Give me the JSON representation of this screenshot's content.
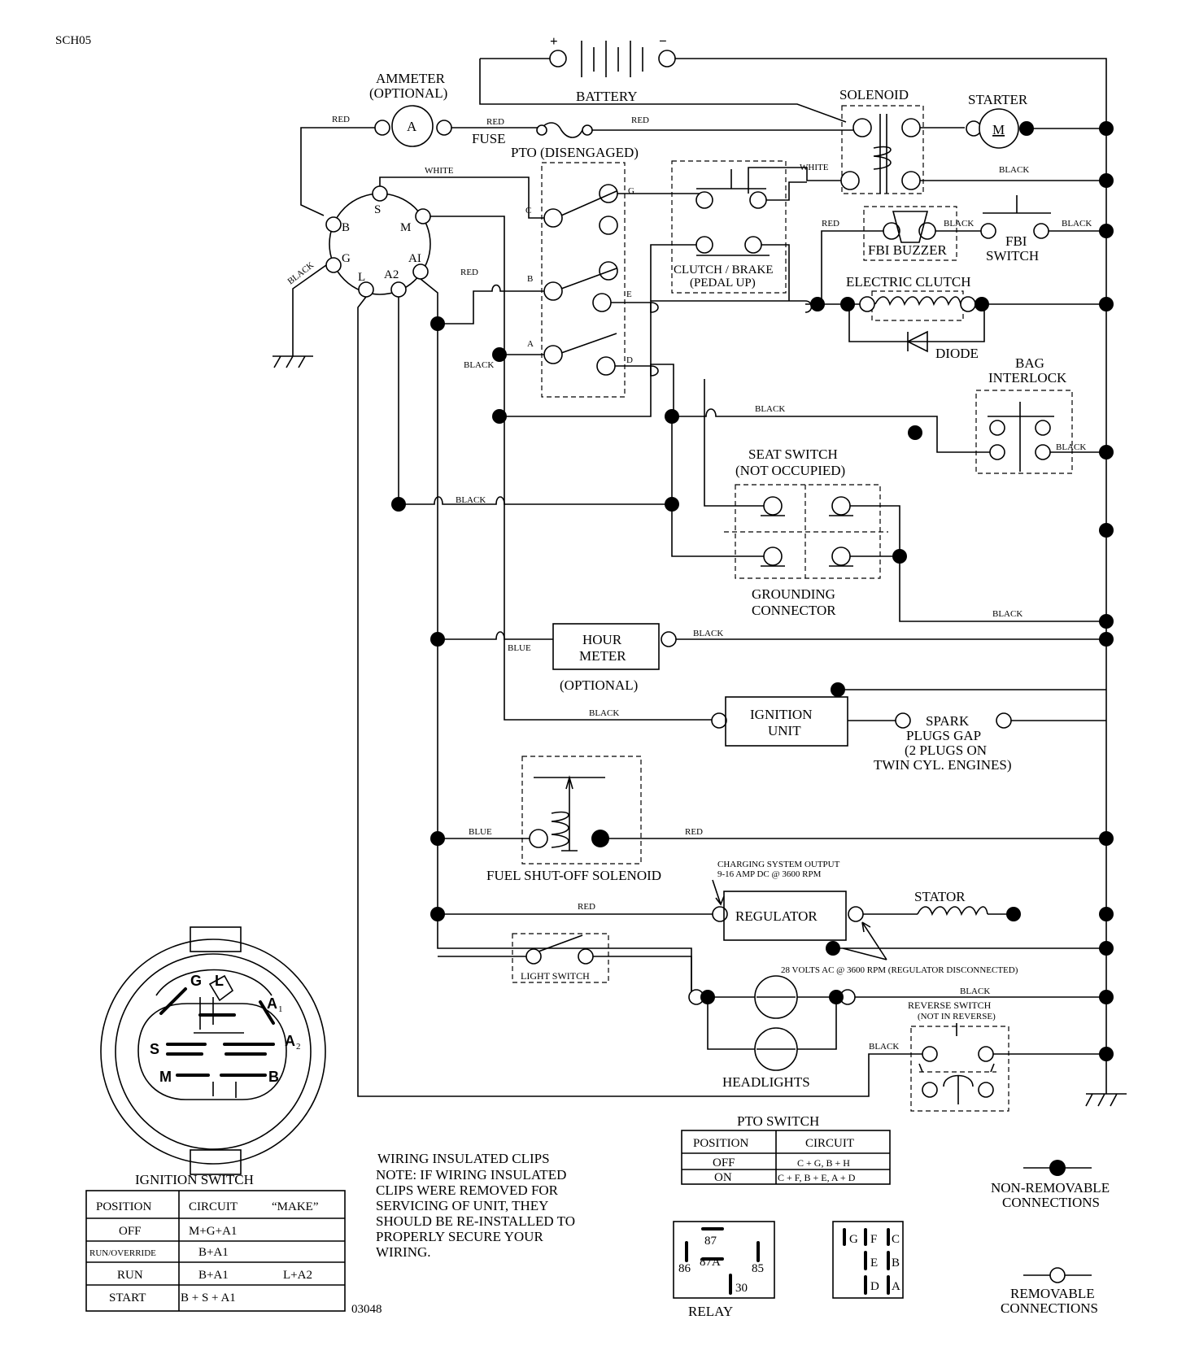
{
  "doc_id": "SCH05",
  "part_number": "03048",
  "components": {
    "battery": "BATTERY",
    "battery_pos": "+",
    "battery_neg": "−",
    "ammeter": "AMMETER",
    "ammeter_opt": "(OPTIONAL)",
    "ammeter_letter": "A",
    "fuse": "FUSE",
    "solenoid": "SOLENOID",
    "starter": "STARTER",
    "starter_letter": "M",
    "pto": "PTO (DISENGAGED)",
    "clutch_brake": "CLUTCH / BRAKE",
    "pedal_up": "(PEDAL UP)",
    "fbi_buzzer": "FBI BUZZER",
    "fbi_switch_1": "FBI",
    "fbi_switch_2": "SWITCH",
    "electric_clutch": "ELECTRIC CLUTCH",
    "diode": "DIODE",
    "bag_1": "BAG",
    "bag_2": "INTERLOCK",
    "seat_1": "SEAT SWITCH",
    "seat_2": "(NOT OCCUPIED)",
    "ground_1": "GROUNDING",
    "ground_2": "CONNECTOR",
    "hour_1": "HOUR",
    "hour_2": "METER",
    "hour_opt": "(OPTIONAL)",
    "ign_1": "IGNITION",
    "ign_2": "UNIT",
    "spark_1": "SPARK",
    "spark_2": "PLUGS GAP",
    "spark_3": "(2 PLUGS ON",
    "spark_4": "TWIN CYL. ENGINES)",
    "fuel": "FUEL SHUT-OFF SOLENOID",
    "charging_1": "CHARGING SYSTEM OUTPUT",
    "charging_2": "9-16 AMP DC @ 3600 RPM",
    "regulator": "REGULATOR",
    "stator": "STATOR",
    "volts_ac": "28 VOLTS AC @ 3600 RPM (REGULATOR DISCONNECTED)",
    "light_switch": "LIGHT SWITCH",
    "headlights": "HEADLIGHTS",
    "reverse_1": "REVERSE SWITCH",
    "reverse_2": "(NOT IN REVERSE)"
  },
  "wires": {
    "red": "RED",
    "white": "WHITE",
    "black": "BLACK",
    "blue": "BLUE"
  },
  "ign_terminals": {
    "b": "B",
    "s": "S",
    "m": "M",
    "g": "G",
    "a1": "AI",
    "l": "L",
    "a2": "A2"
  },
  "pto_terminals": {
    "c": "C",
    "g": "G",
    "b": "B",
    "e": "E",
    "a": "A",
    "d": "D"
  },
  "ignition_switch": {
    "title": "IGNITION SWITCH",
    "face": {
      "g": "G",
      "l": "L",
      "a": "A",
      "a1": "1",
      "a2": "2",
      "s": "S",
      "m": "M",
      "b": "B"
    },
    "headers": [
      "POSITION",
      "CIRCUIT",
      "“MAKE”"
    ],
    "rows": [
      {
        "position": "OFF",
        "circuit": "M+G+A1",
        "extra": ""
      },
      {
        "position": "RUN/OVERRIDE",
        "circuit": "B+A1",
        "extra": ""
      },
      {
        "position": "RUN",
        "circuit": "B+A1",
        "extra": "L+A2"
      },
      {
        "position": "START",
        "circuit": "B + S + A1",
        "extra": ""
      }
    ]
  },
  "pto_switch": {
    "title": "PTO SWITCH",
    "headers": [
      "POSITION",
      "CIRCUIT"
    ],
    "rows": [
      {
        "position": "OFF",
        "circuit": "C + G, B + H"
      },
      {
        "position": "ON",
        "circuit": "C + F, B + E, A + D"
      }
    ]
  },
  "note": {
    "title": "WIRING INSULATED CLIPS",
    "lines": [
      "NOTE: IF WIRING INSULATED",
      "CLIPS WERE REMOVED FOR",
      "SERVICING OF UNIT, THEY",
      "SHOULD BE RE-INSTALLED TO",
      "PROPERLY SECURE YOUR",
      "WIRING."
    ]
  },
  "relay": {
    "label": "RELAY",
    "pins": [
      "87",
      "87A",
      "86",
      "85",
      "30"
    ]
  },
  "pto_connector": {
    "pins": [
      "G",
      "F",
      "C",
      "E",
      "B",
      "D",
      "A"
    ]
  },
  "legend": {
    "non_removable_1": "NON-REMOVABLE",
    "non_removable_2": "CONNECTIONS",
    "removable_1": "REMOVABLE",
    "removable_2": "CONNECTIONS"
  }
}
